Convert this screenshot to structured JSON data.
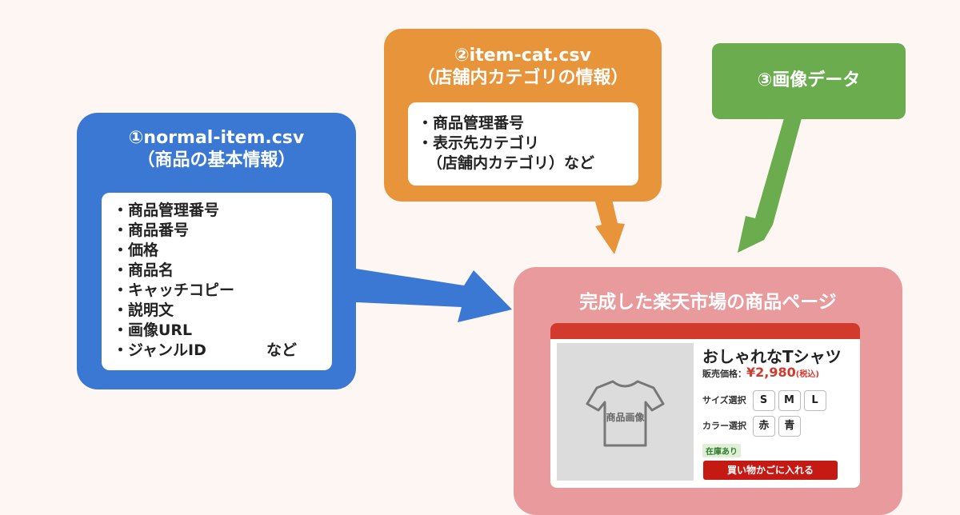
{
  "blue": {
    "title_line1": "①normal-item.csv",
    "title_line2": "（商品の基本情報）",
    "items": [
      "・商品管理番号",
      "・商品番号",
      "・価格",
      "・商品名",
      "・キャッチコピー",
      "・説明文",
      "・画像URL",
      "・ジャンルID"
    ],
    "suffix": "など"
  },
  "orange": {
    "title_line1": "②item-cat.csv",
    "title_line2": "（店舗内カテゴリの情報）",
    "items": [
      "・商品管理番号",
      "・表示先カテゴリ"
    ],
    "item3": "（店舗内カテゴリ）など"
  },
  "green": {
    "title": "③画像データ"
  },
  "result": {
    "title": "完成した楽天市場の商品ページ",
    "image_label": "商品画像",
    "product_name": "おしゃれなTシャツ",
    "price_label": "販売価格：",
    "price": "¥2,980",
    "tax": "(税込)",
    "size_label": "サイズ選択",
    "sizes": [
      "S",
      "M",
      "L"
    ],
    "color_label": "カラー選択",
    "colors": [
      "赤",
      "青"
    ],
    "stock": "在庫あり",
    "cart_button": "買い物かごに入れる"
  },
  "colors": {
    "blue": "#3a78d3",
    "orange": "#e8943a",
    "green": "#6aac4e",
    "pink": "#e99a9c",
    "red": "#d23a2e"
  }
}
